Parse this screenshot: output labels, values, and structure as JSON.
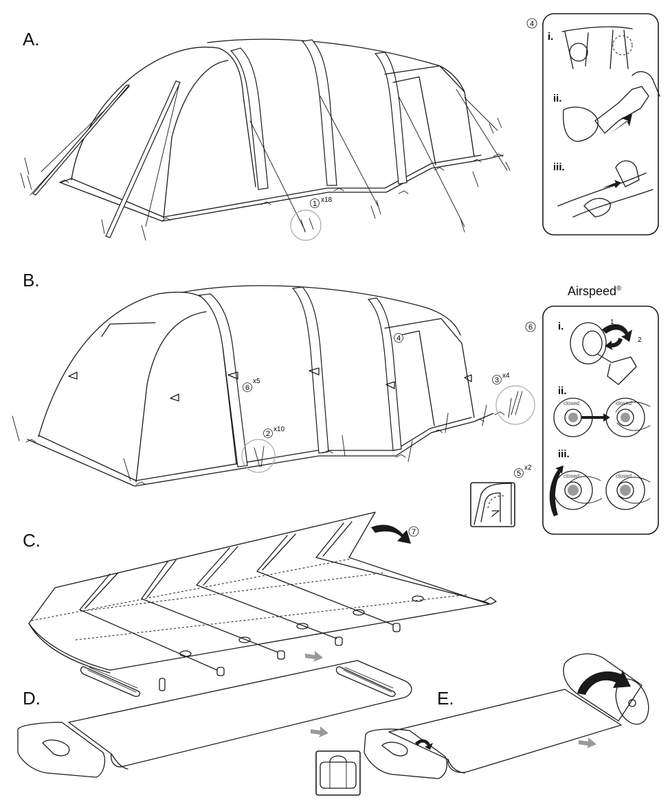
{
  "sections": {
    "a": "A.",
    "b": "B.",
    "c": "C.",
    "d": "D.",
    "e": "E."
  },
  "brand": {
    "name": "Airspeed",
    "mark": "®"
  },
  "steps": {
    "s1": {
      "num": "1",
      "mult": "x18"
    },
    "s2": {
      "num": "2",
      "mult": "x10"
    },
    "s3": {
      "num": "3",
      "mult": "x4"
    },
    "s4": {
      "num": "4"
    },
    "s4_panel": {
      "num": "4"
    },
    "s5": {
      "num": "5",
      "mult": "x2"
    },
    "s6": {
      "num": "6",
      "mult": "x5"
    },
    "s6_panel": {
      "num": "6"
    },
    "s7": {
      "num": "7"
    }
  },
  "panel_left": {
    "i": "i.",
    "ii": "ii.",
    "iii": "iii."
  },
  "panel_right": {
    "i": "i.",
    "ii": "ii.",
    "iii": "iii.",
    "rot1": "1",
    "rot2": "2",
    "valve_label": "closed"
  },
  "icons": {
    "tent_a": "inflatable-tent-pegged-icon",
    "tent_b": "inflatable-tent-unpegged-icon",
    "groundsheet": "folded-groundsheet-icon",
    "roll": "rolling-tent-icon",
    "bag": "carry-bag-icon",
    "valve": "airspeed-valve-icon"
  }
}
